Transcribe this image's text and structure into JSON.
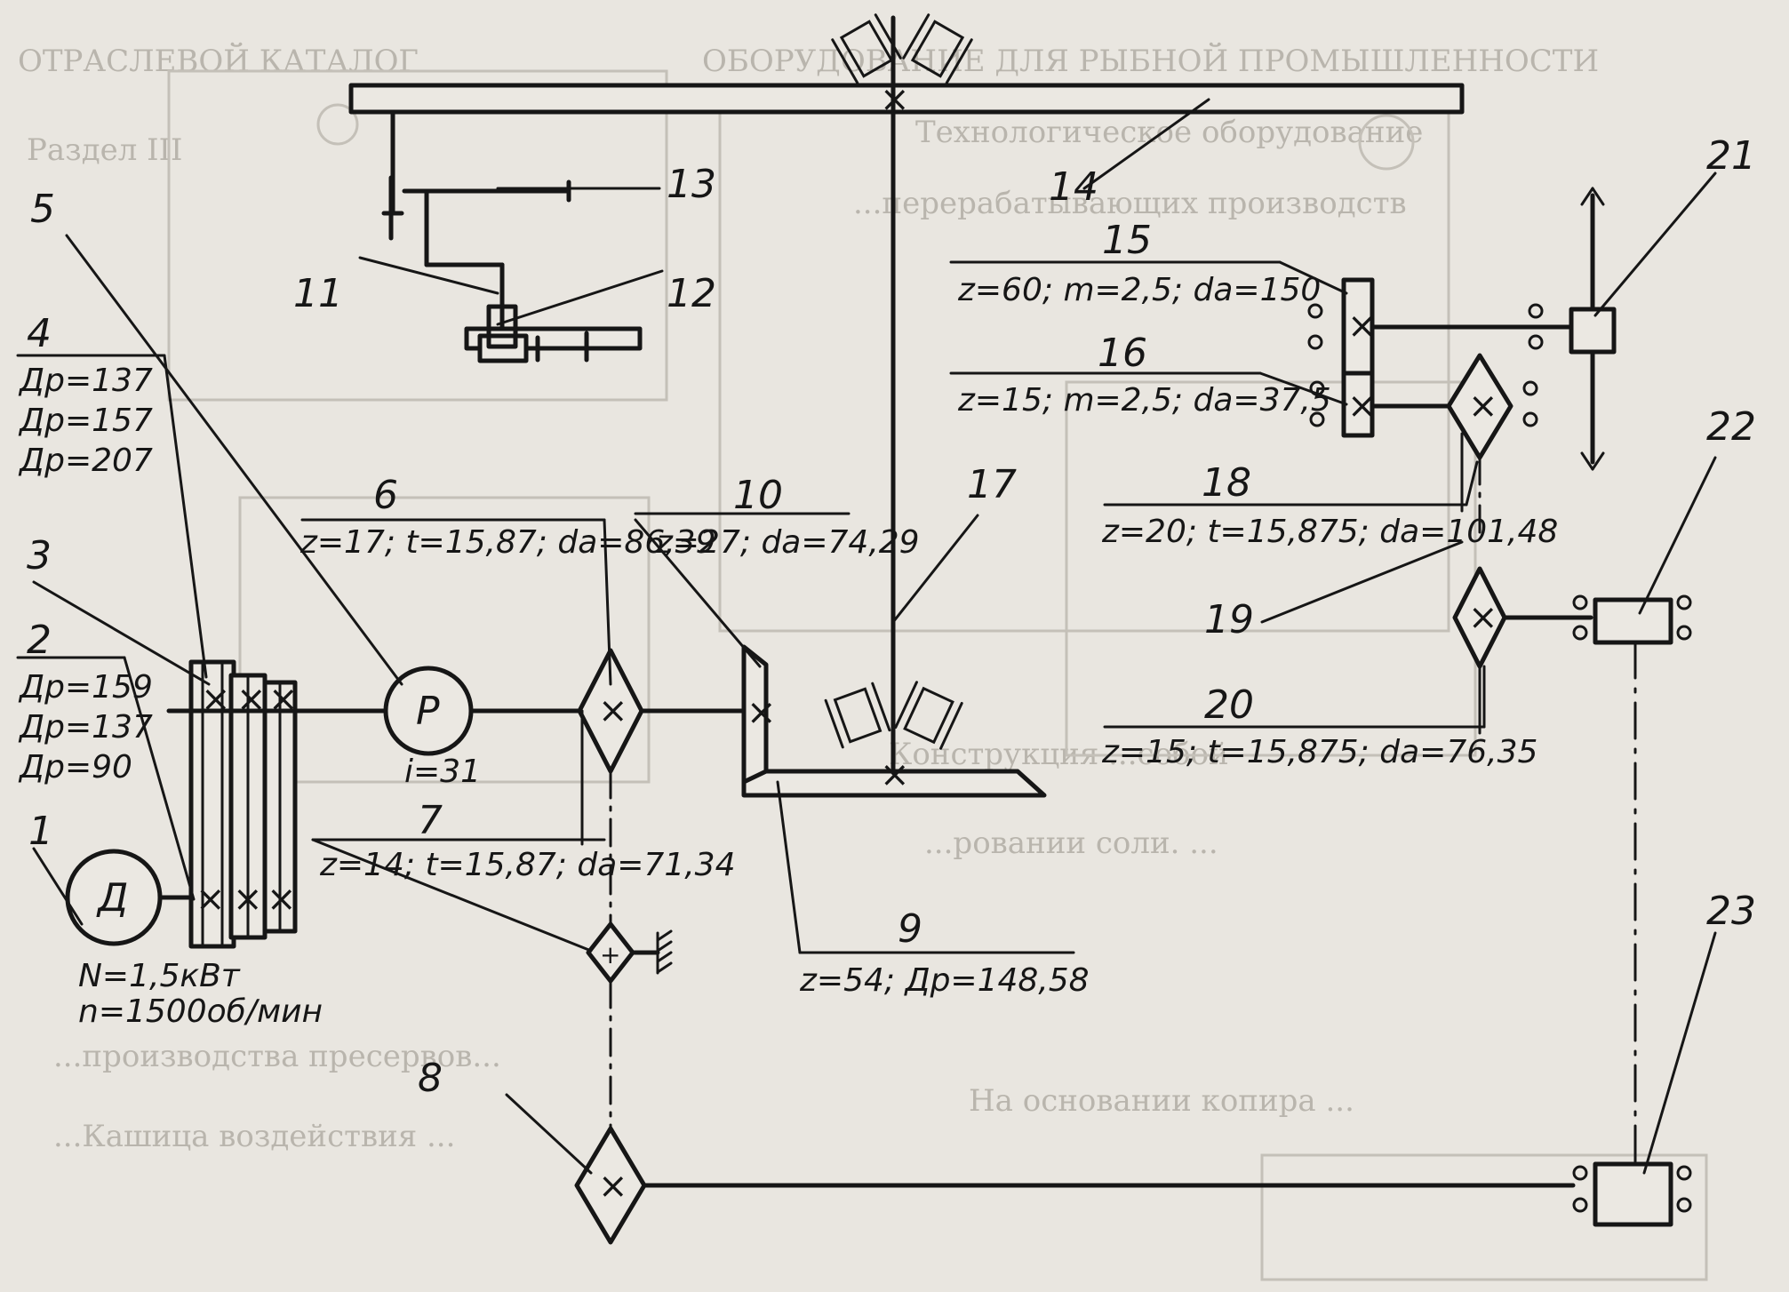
{
  "labels": {
    "n1": "1",
    "n2": "2",
    "n3": "3",
    "n4": "4",
    "n5": "5",
    "n6": "6",
    "n7": "7",
    "n8": "8",
    "n9": "9",
    "n10": "10",
    "n11": "11",
    "n12": "12",
    "n13": "13",
    "n14": "14",
    "n15": "15",
    "n16": "16",
    "n17": "17",
    "n18": "18",
    "n19": "19",
    "n20": "20",
    "n21": "21",
    "n22": "22",
    "n23": "23"
  },
  "specs": {
    "pulley4": [
      "Дp=137",
      "Дp=157",
      "Дp=207"
    ],
    "pulley2": [
      "Дp=159",
      "Дp=137",
      "Дp=90"
    ],
    "motor_symbol": "Д",
    "motor_power": "N=1,5кВт",
    "motor_speed": "n=1500об/мин",
    "reducer_symbol": "Р",
    "reducer_ratio": "i=31",
    "sprocket6": "z=17; t=15,87; dа=86,39",
    "gear10": "z=27; dа=74,29",
    "sprocket7": "z=14; t=15,87; dа=71,34",
    "gear9": "z=54; Дp=148,58",
    "gear15": "z=60; m=2,5; dа=150",
    "gear16": "z=15; m=2,5; dа=37,5",
    "sprocket18": "z=20; t=15,875; dа=101,48",
    "sprocket20": "z=15; t=15,875; dа=76,35"
  }
}
